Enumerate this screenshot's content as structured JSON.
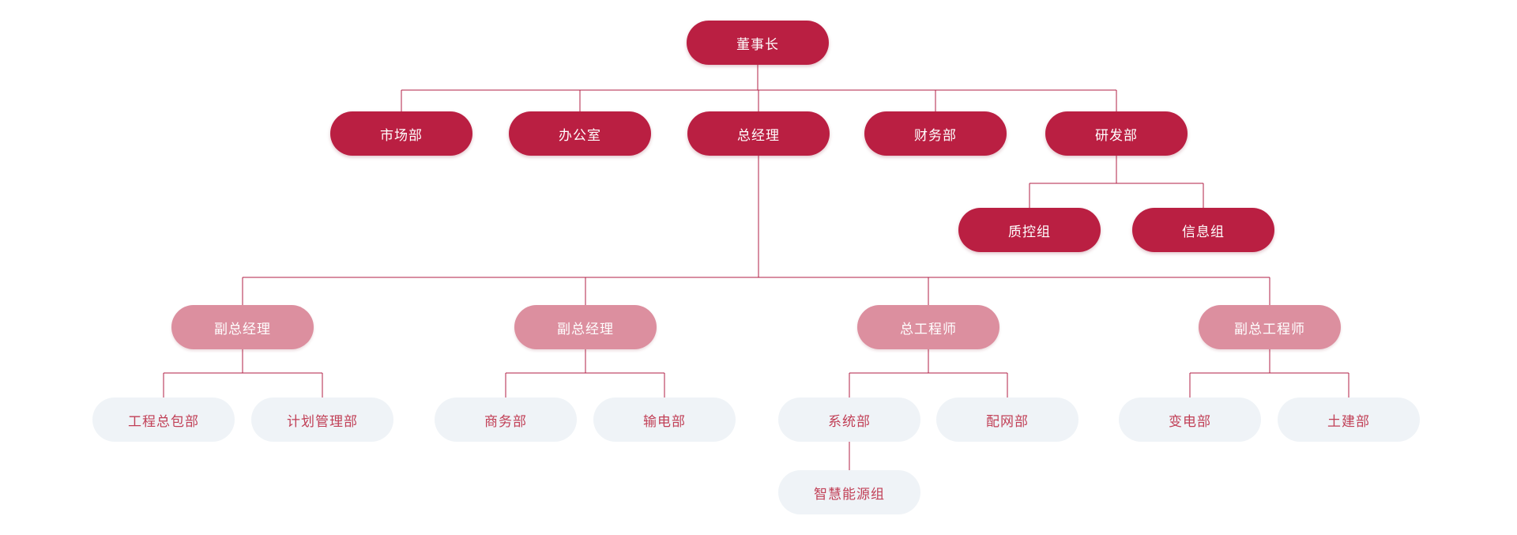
{
  "colors": {
    "primary": "#ba1f42",
    "secondary": "#dc8f9f",
    "tertiary_bg": "#eff3f7",
    "tertiary_text": "#c13f56",
    "connector": "#b21f44",
    "canvas_bg": "#ffffff"
  },
  "org": {
    "nodes": {
      "chairman": {
        "label": "董事长",
        "style": "primary",
        "parent": null
      },
      "marketing": {
        "label": "市场部",
        "style": "primary",
        "parent": "chairman"
      },
      "office": {
        "label": "办公室",
        "style": "primary",
        "parent": "chairman"
      },
      "general_manager": {
        "label": "总经理",
        "style": "primary",
        "parent": "chairman"
      },
      "finance": {
        "label": "财务部",
        "style": "primary",
        "parent": "chairman"
      },
      "rnd": {
        "label": "研发部",
        "style": "primary",
        "parent": "chairman"
      },
      "quality_control": {
        "label": "质控组",
        "style": "primary",
        "parent": "rnd"
      },
      "information": {
        "label": "信息组",
        "style": "primary",
        "parent": "rnd"
      },
      "deputy_gm_1": {
        "label": "副总经理",
        "style": "secondary",
        "parent": "general_manager"
      },
      "deputy_gm_2": {
        "label": "副总经理",
        "style": "secondary",
        "parent": "general_manager"
      },
      "chief_engineer": {
        "label": "总工程师",
        "style": "secondary",
        "parent": "general_manager"
      },
      "deputy_chief_engineer": {
        "label": "副总工程师",
        "style": "secondary",
        "parent": "general_manager"
      },
      "epc": {
        "label": "工程总包部",
        "style": "tertiary",
        "parent": "deputy_gm_1"
      },
      "planning": {
        "label": "计划管理部",
        "style": "tertiary",
        "parent": "deputy_gm_1"
      },
      "commerce": {
        "label": "商务部",
        "style": "tertiary",
        "parent": "deputy_gm_2"
      },
      "transmission": {
        "label": "输电部",
        "style": "tertiary",
        "parent": "deputy_gm_2"
      },
      "system": {
        "label": "系统部",
        "style": "tertiary",
        "parent": "chief_engineer"
      },
      "distribution": {
        "label": "配网部",
        "style": "tertiary",
        "parent": "chief_engineer"
      },
      "substation": {
        "label": "变电部",
        "style": "tertiary",
        "parent": "deputy_chief_engineer"
      },
      "civil": {
        "label": "土建部",
        "style": "tertiary",
        "parent": "deputy_chief_engineer"
      },
      "smart_energy": {
        "label": "智慧能源组",
        "style": "tertiary",
        "parent": "system"
      }
    }
  }
}
